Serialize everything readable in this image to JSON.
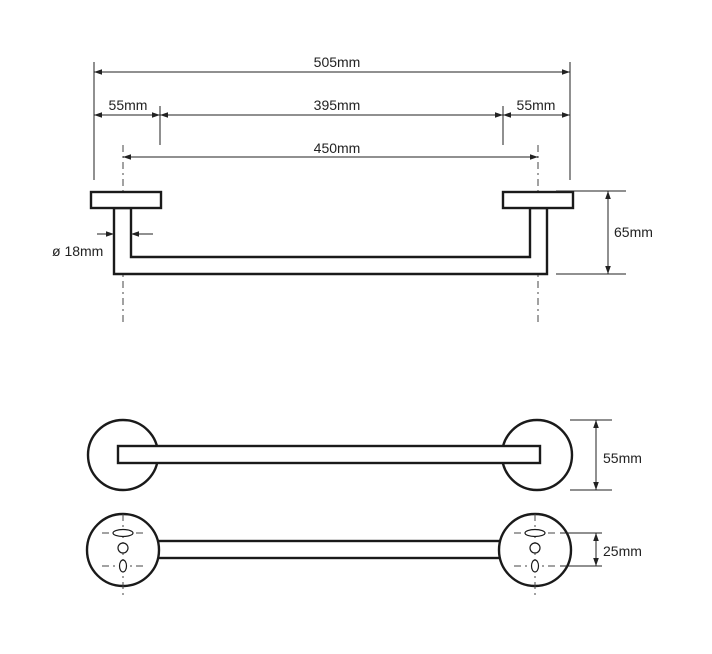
{
  "dimensions": {
    "overall_width": "505mm",
    "flange_left": "55mm",
    "bar_inner": "395mm",
    "flange_right": "55mm",
    "center_distance": "450mm",
    "height": "65mm",
    "tube_diameter": "ø 18mm",
    "flange_diameter": "55mm",
    "mount_spacing": "25mm"
  },
  "colors": {
    "line": "#1a1a1a",
    "background": "#ffffff"
  }
}
